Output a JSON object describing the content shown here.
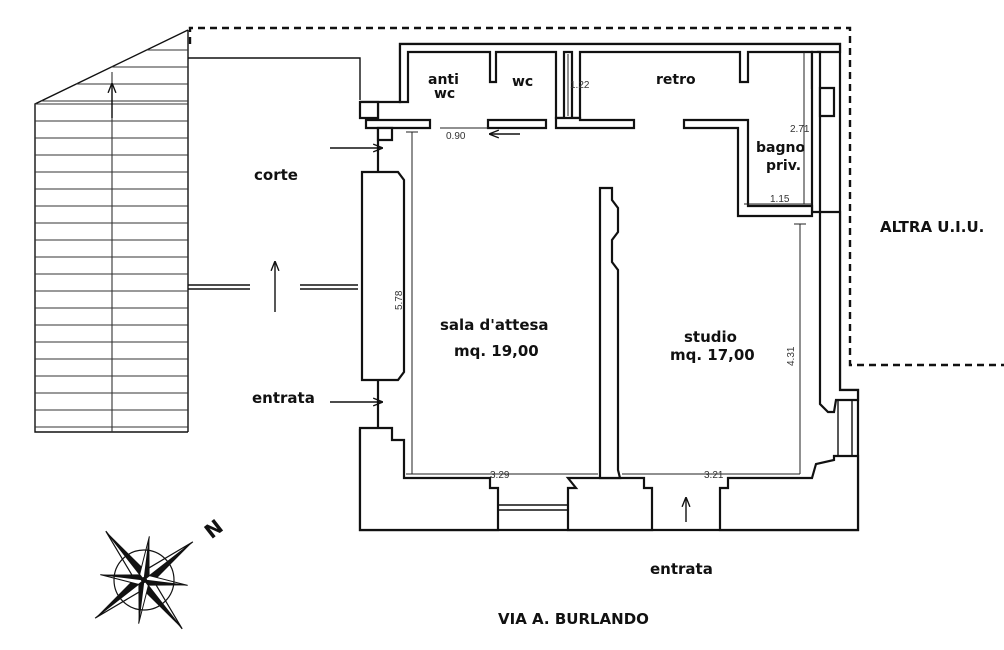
{
  "rooms": {
    "anti_wc": [
      "anti",
      "wc"
    ],
    "wc": "wc",
    "retro": "retro",
    "bagno": [
      "bagno",
      "priv."
    ],
    "corte": "corte",
    "sala_name": "sala d'attesa",
    "sala_area": "mq. 19,00",
    "studio_name": "studio",
    "studio_area": "mq. 17,00"
  },
  "labels": {
    "entrata_side": "entrata",
    "entrata_bottom": "entrata",
    "altra": "ALTRA U.I.U.",
    "street": "VIA A. BURLANDO",
    "north": "N"
  },
  "dimensions": {
    "d090": "0.90",
    "d122": "1.22",
    "d271": "2.71",
    "d115": "1.15",
    "d578": "5.78",
    "d431": "4.31",
    "d329": "3.29",
    "d321": "3.21"
  }
}
